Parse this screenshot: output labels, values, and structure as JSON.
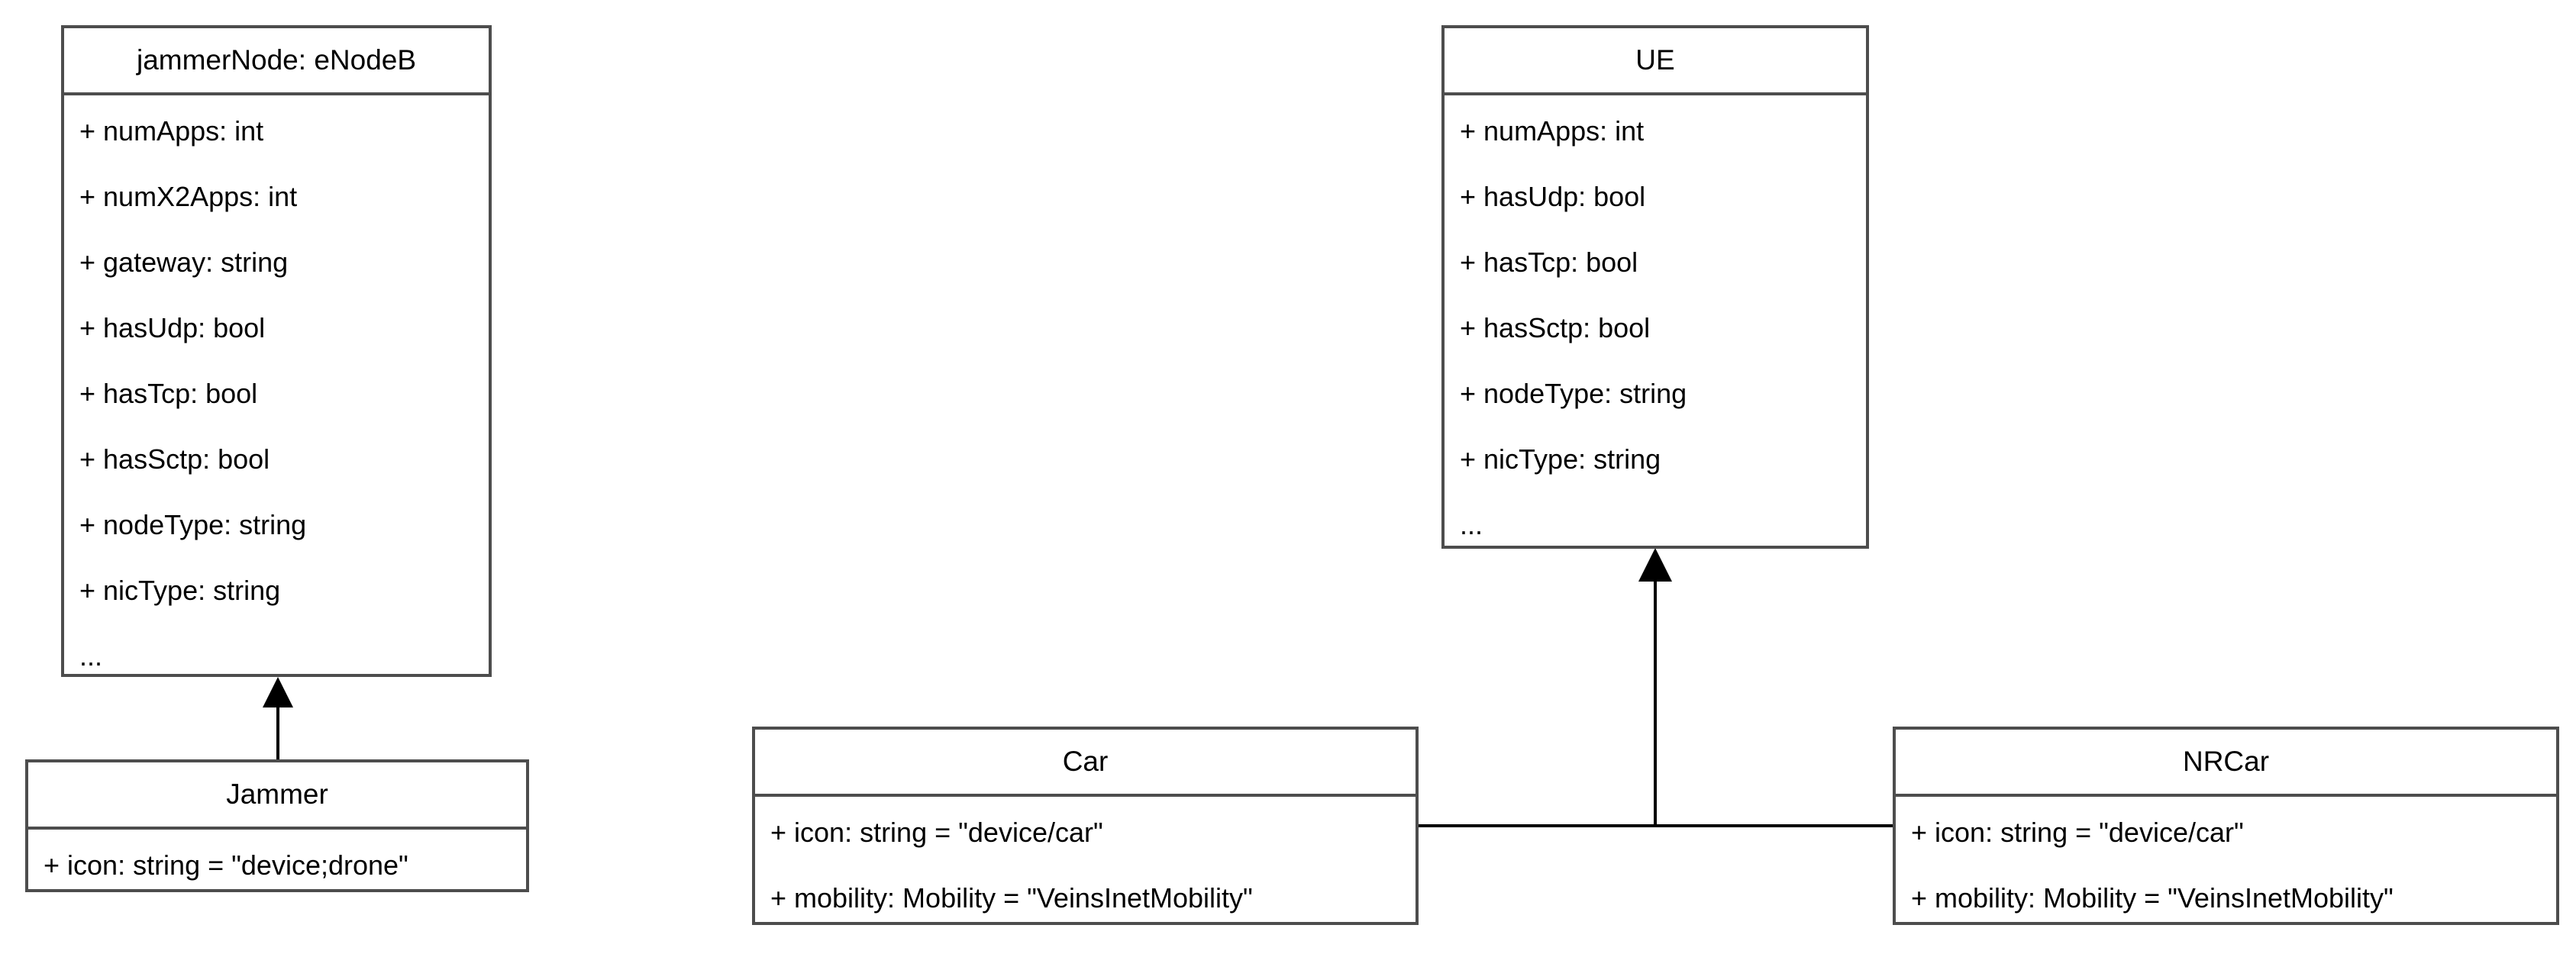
{
  "classes": {
    "jammerNode": {
      "name": "jammerNode: eNodeB",
      "attributes": [
        "+ numApps: int",
        "+ numX2Apps: int",
        "+ gateway: string",
        "+ hasUdp: bool",
        "+ hasTcp: bool",
        "+ hasSctp: bool",
        "+ nodeType: string",
        "+ nicType: string",
        "..."
      ]
    },
    "jammer": {
      "name": "Jammer",
      "attributes": [
        "+ icon: string = \"device;drone\""
      ]
    },
    "ue": {
      "name": "UE",
      "attributes": [
        "+ numApps: int",
        "+ hasUdp: bool",
        "+ hasTcp: bool",
        "+ hasSctp: bool",
        "+ nodeType: string",
        "+ nicType: string",
        "..."
      ]
    },
    "car": {
      "name": "Car",
      "attributes": [
        "+ icon: string = \"device/car\"",
        "+ mobility: Mobility = \"VeinsInetMobility\""
      ]
    },
    "nrcar": {
      "name": "NRCar",
      "attributes": [
        "+ icon: string = \"device/car\"",
        "+ mobility: Mobility = \"VeinsInetMobility\""
      ]
    }
  },
  "relations": [
    {
      "type": "generalization",
      "from": "jammer",
      "to": "jammerNode"
    },
    {
      "type": "generalization",
      "from": "car",
      "to": "ue"
    },
    {
      "type": "generalization",
      "from": "nrcar",
      "to": "ue"
    }
  ],
  "colors": {
    "border": "#4d4d4d",
    "line": "#000000",
    "background": "#ffffff"
  }
}
